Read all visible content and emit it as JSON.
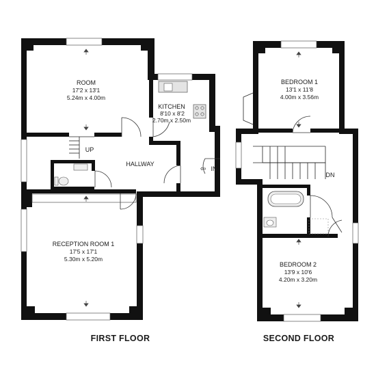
{
  "first_floor": {
    "title": "FIRST FLOOR",
    "room": {
      "name": "ROOM",
      "imperial": "17'2 x 13'1",
      "metric": "5.24m x 4.00m"
    },
    "kitchen": {
      "name": "KITCHEN",
      "imperial": "8'10 x 8'2",
      "metric": "2.70m x 2.50m"
    },
    "hallway": {
      "name": "HALLWAY"
    },
    "stairs": {
      "label": "UP"
    },
    "entrance": {
      "label": "IN"
    },
    "reception": {
      "name": "RECEPTION ROOM 1",
      "imperial": "17'5 x 17'1",
      "metric": "5.30m x 5.20m"
    }
  },
  "second_floor": {
    "title": "SECOND FLOOR",
    "bedroom1": {
      "name": "BEDROOM 1",
      "imperial": "13'1 x 11'8",
      "metric": "4.00m x 3.56m"
    },
    "stairs": {
      "label": "DN"
    },
    "bedroom2": {
      "name": "BEDROOM 2",
      "imperial": "13'9 x 10'6",
      "metric": "4.20m x 3.20m"
    }
  },
  "colors": {
    "wall": "#111111",
    "background": "#ffffff",
    "fixture": "#cccccc"
  }
}
